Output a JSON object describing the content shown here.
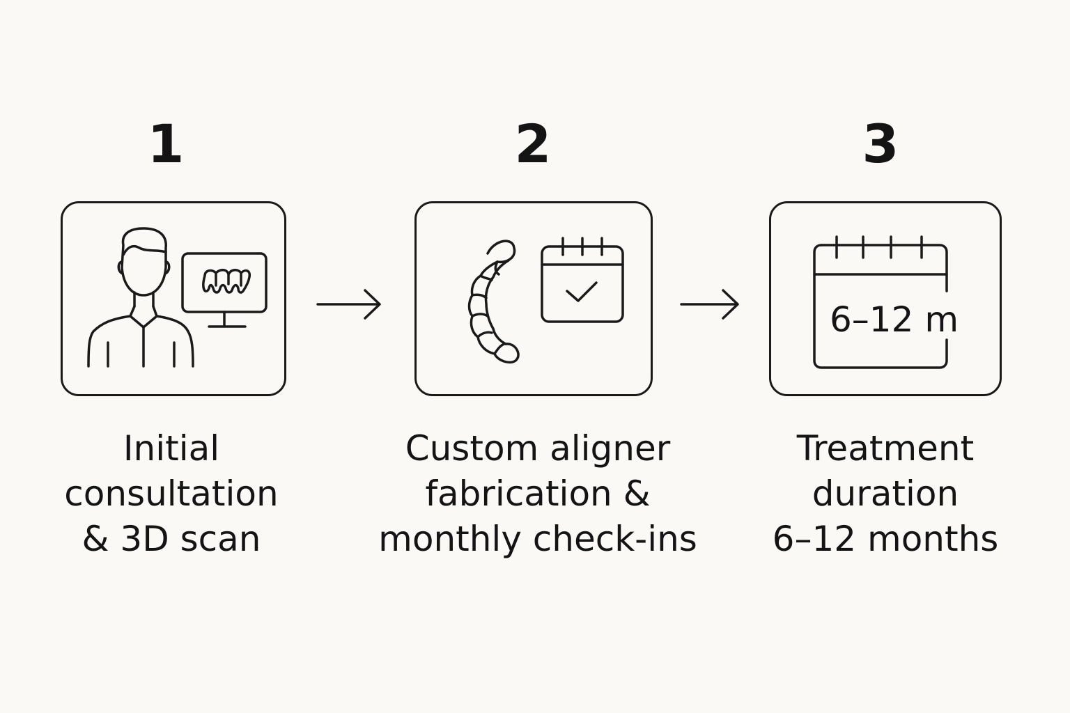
{
  "steps": [
    {
      "number": "1",
      "label_lines": [
        "Initial",
        "consultation",
        "& 3D scan"
      ],
      "icons": [
        "person-icon",
        "monitor-icon",
        "teeth-scan-icon"
      ]
    },
    {
      "number": "2",
      "label_lines": [
        "Custom aligner",
        "fabrication &",
        "monthly check-ins"
      ],
      "icons": [
        "aligner-icon",
        "calendar-check-icon"
      ]
    },
    {
      "number": "3",
      "label_lines": [
        "Treatment",
        "duration",
        "6–12 months"
      ],
      "icons": [
        "calendar-icon"
      ],
      "calendar_text": "6–12 m"
    }
  ],
  "connectors": [
    "arrow-right-icon",
    "arrow-right-icon"
  ]
}
